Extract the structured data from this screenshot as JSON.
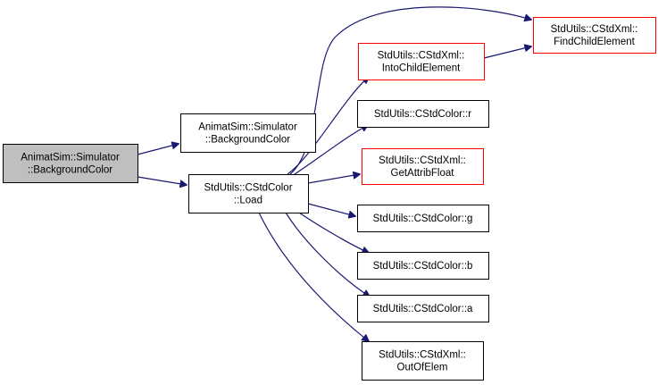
{
  "colors": {
    "edge": "#191970",
    "node_border": "#000000",
    "external_border": "#ff0000",
    "root_fill": "#bfbfbf",
    "node_fill": "#ffffff"
  },
  "nodes": [
    {
      "id": "root",
      "lines": [
        "AnimatSim::Simulator",
        "::BackgroundColor"
      ],
      "kind": "root"
    },
    {
      "id": "sim_bg",
      "lines": [
        "AnimatSim::Simulator",
        "::BackgroundColor"
      ],
      "kind": "normal"
    },
    {
      "id": "load",
      "lines": [
        "StdUtils::CStdColor",
        "::Load"
      ],
      "kind": "normal"
    },
    {
      "id": "find_child",
      "lines": [
        "StdUtils::CStdXml::",
        "FindChildElement"
      ],
      "kind": "external"
    },
    {
      "id": "into_child",
      "lines": [
        "StdUtils::CStdXml::",
        "IntoChildElement"
      ],
      "kind": "external"
    },
    {
      "id": "color_r",
      "lines": [
        "StdUtils::CStdColor::r"
      ],
      "kind": "normal"
    },
    {
      "id": "get_attrib",
      "lines": [
        "StdUtils::CStdXml::",
        "GetAttribFloat"
      ],
      "kind": "external"
    },
    {
      "id": "color_g",
      "lines": [
        "StdUtils::CStdColor::g"
      ],
      "kind": "normal"
    },
    {
      "id": "color_b",
      "lines": [
        "StdUtils::CStdColor::b"
      ],
      "kind": "normal"
    },
    {
      "id": "color_a",
      "lines": [
        "StdUtils::CStdColor::a"
      ],
      "kind": "normal"
    },
    {
      "id": "out_of_elem",
      "lines": [
        "StdUtils::CStdXml::",
        "OutOfElem"
      ],
      "kind": "normal"
    }
  ],
  "edges": [
    {
      "from": "root",
      "to": "sim_bg"
    },
    {
      "from": "root",
      "to": "load"
    },
    {
      "from": "load",
      "to": "find_child"
    },
    {
      "from": "load",
      "to": "into_child"
    },
    {
      "from": "load",
      "to": "color_r"
    },
    {
      "from": "load",
      "to": "get_attrib"
    },
    {
      "from": "load",
      "to": "color_g"
    },
    {
      "from": "load",
      "to": "color_b"
    },
    {
      "from": "load",
      "to": "color_a"
    },
    {
      "from": "load",
      "to": "out_of_elem"
    },
    {
      "from": "into_child",
      "to": "find_child"
    }
  ]
}
